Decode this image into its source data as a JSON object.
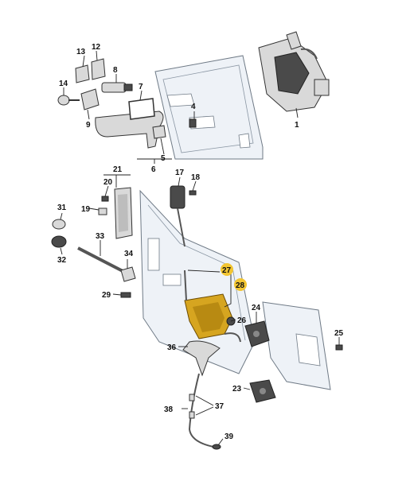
{
  "diagram": {
    "callouts": [
      {
        "id": "c1",
        "label": "1",
        "highlight": false
      },
      {
        "id": "c4",
        "label": "4",
        "highlight": false
      },
      {
        "id": "c5",
        "label": "5",
        "highlight": false
      },
      {
        "id": "c6",
        "label": "6",
        "highlight": false
      },
      {
        "id": "c7",
        "label": "7",
        "highlight": false
      },
      {
        "id": "c8",
        "label": "8",
        "highlight": false
      },
      {
        "id": "c9",
        "label": "9",
        "highlight": false
      },
      {
        "id": "c12",
        "label": "12",
        "highlight": false
      },
      {
        "id": "c13",
        "label": "13",
        "highlight": false
      },
      {
        "id": "c14",
        "label": "14",
        "highlight": false
      },
      {
        "id": "c17",
        "label": "17",
        "highlight": false
      },
      {
        "id": "c18",
        "label": "18",
        "highlight": false
      },
      {
        "id": "c19",
        "label": "19",
        "highlight": false
      },
      {
        "id": "c20",
        "label": "20",
        "highlight": false
      },
      {
        "id": "c21",
        "label": "21",
        "highlight": false
      },
      {
        "id": "c23",
        "label": "23",
        "highlight": false
      },
      {
        "id": "c24",
        "label": "24",
        "highlight": false
      },
      {
        "id": "c25",
        "label": "25",
        "highlight": false
      },
      {
        "id": "c26",
        "label": "26",
        "highlight": false
      },
      {
        "id": "c27",
        "label": "27",
        "highlight": true
      },
      {
        "id": "c28",
        "label": "28",
        "highlight": true
      },
      {
        "id": "c29",
        "label": "29",
        "highlight": false
      },
      {
        "id": "c31",
        "label": "31",
        "highlight": false
      },
      {
        "id": "c32",
        "label": "32",
        "highlight": false
      },
      {
        "id": "c33",
        "label": "33",
        "highlight": false
      },
      {
        "id": "c34",
        "label": "34",
        "highlight": false
      },
      {
        "id": "c36",
        "label": "36",
        "highlight": false
      },
      {
        "id": "c37",
        "label": "37",
        "highlight": false
      },
      {
        "id": "c38",
        "label": "38",
        "highlight": false
      },
      {
        "id": "c39",
        "label": "39",
        "highlight": false
      }
    ],
    "colors": {
      "highlight": "#f2c531",
      "lock_body": "#d6a520",
      "panel": "#eef2f7",
      "line": "#222222"
    }
  }
}
